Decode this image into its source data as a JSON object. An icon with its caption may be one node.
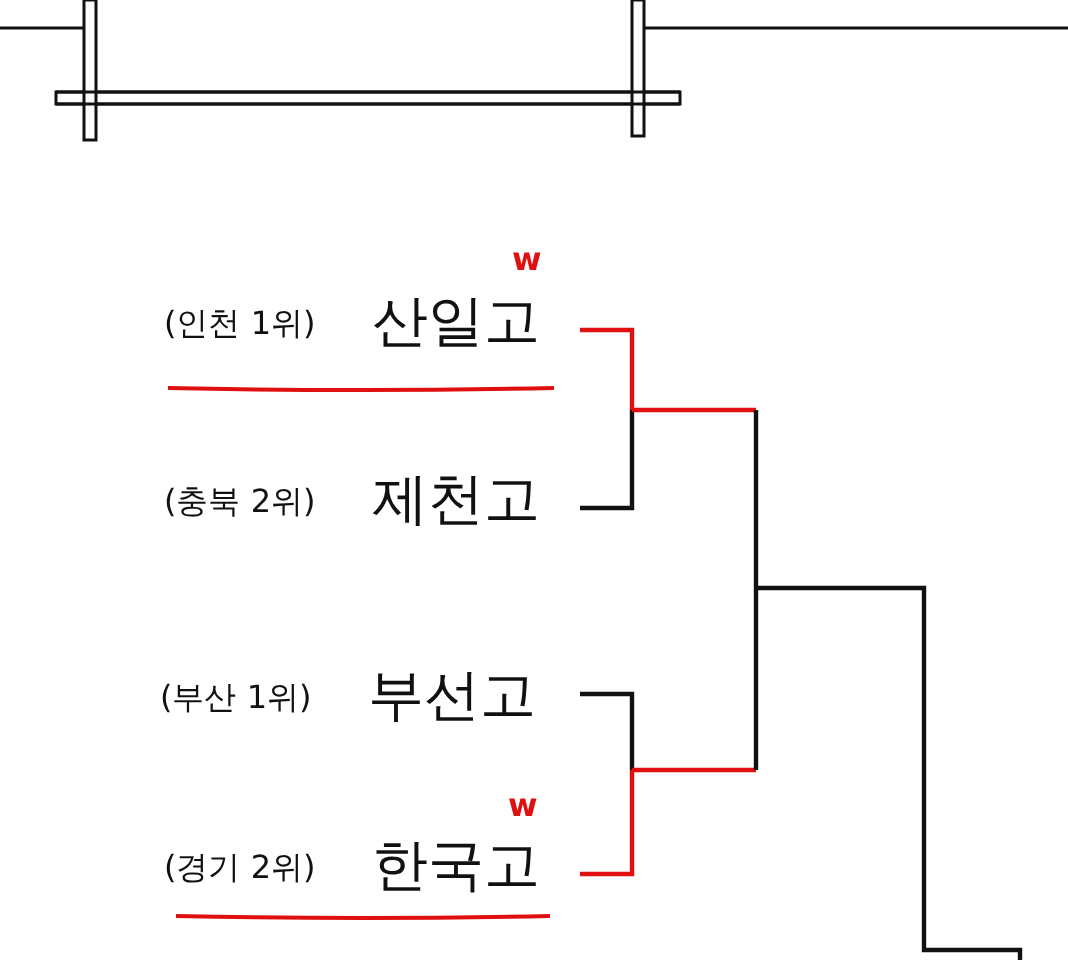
{
  "diagram": {
    "labels": [
      "w",
      "(인천 1위)",
      "산일고",
      "(충북 2위)",
      "제천고",
      "(부산 1위)",
      "부선고",
      "w",
      "(경기 2위)",
      "한국고"
    ]
  }
}
